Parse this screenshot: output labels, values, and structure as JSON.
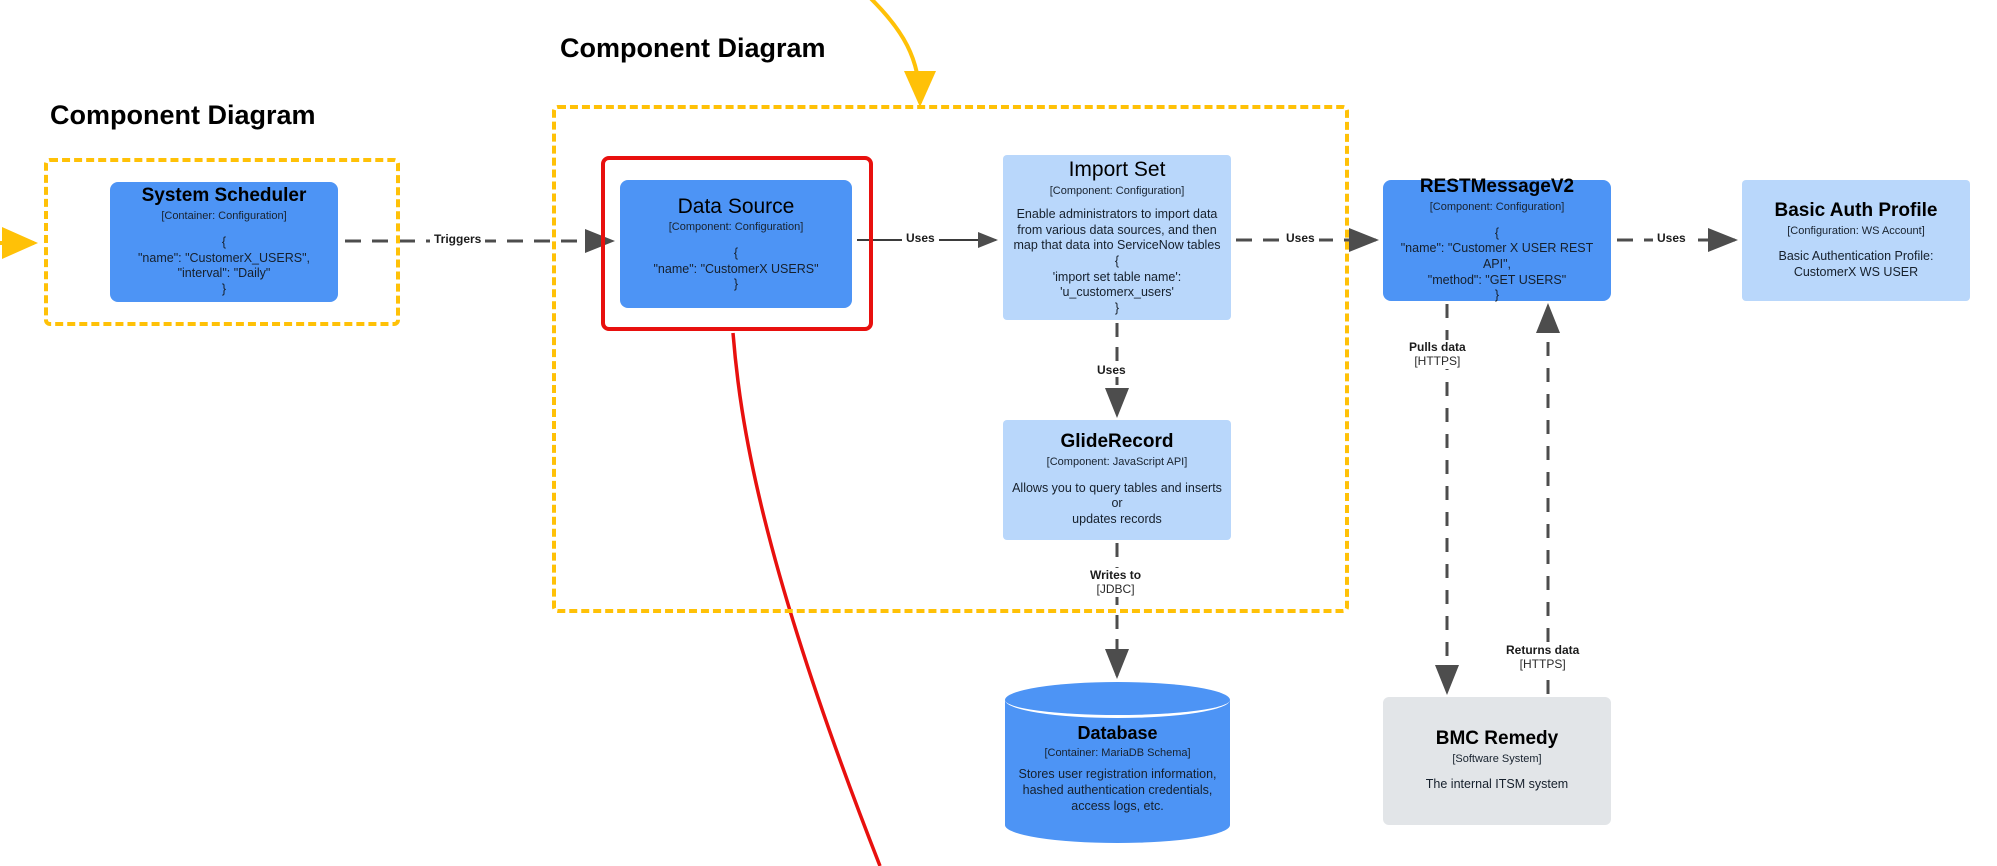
{
  "groups": [
    {
      "id": "left",
      "title": "Component Diagram"
    },
    {
      "id": "main",
      "title": "Component Diagram"
    }
  ],
  "nodes": {
    "system_scheduler": {
      "title": "System Scheduler",
      "stereotype": "[Container: Configuration]",
      "description": "{\n\"name\": \"CustomerX_USERS\",\n\"interval\": \"Daily\"\n}",
      "fill": "#4d94f5"
    },
    "data_source": {
      "title": "Data Source",
      "stereotype": "[Component: Configuration]",
      "description": "{\n\"name\": \"CustomerX USERS\"\n}",
      "fill": "#4d94f5",
      "highlight_color": "#e8100e"
    },
    "import_set": {
      "title": "Import Set",
      "stereotype": "[Component: Configuration]",
      "description": "Enable administrators to import data\nfrom various data sources, and then\nmap that data into ServiceNow tables\n{\n'import set table name':\n'u_customerx_users'\n}",
      "fill": "#b9d7fb"
    },
    "glide_record": {
      "title": "GlideRecord",
      "stereotype": "[Component: JavaScript API]",
      "description": "Allows you to query tables and inserts or\nupdates records",
      "fill": "#b9d7fb"
    },
    "restmessagev2": {
      "title": "RESTMessageV2",
      "stereotype": "[Component: Configuration]",
      "description": "{\n\"name\": \"Customer X USER REST API\",\n\"method\": \"GET USERS\"\n}",
      "fill": "#4d94f5"
    },
    "basic_auth_profile": {
      "title": "Basic Auth Profile",
      "stereotype": "[Configuration: WS Account]",
      "description": "Basic Authentication Profile:\nCustomerX WS USER",
      "fill": "#b9d7fb"
    },
    "database": {
      "title": "Database",
      "stereotype": "[Container: MariaDB Schema]",
      "description": "Stores user registration information,\nhashed authentication credentials,\naccess logs, etc.",
      "fill": "#4d94f5"
    },
    "bmc_remedy": {
      "title": "BMC Remedy",
      "stereotype": "[Software System]",
      "description": "The internal ITSM system",
      "fill": "#e2e5e8"
    }
  },
  "edges": [
    {
      "id": "triggers",
      "label": "Triggers",
      "tech": ""
    },
    {
      "id": "ds-to-importset",
      "label": "Uses",
      "tech": ""
    },
    {
      "id": "importset-to-rest",
      "label": "Uses",
      "tech": ""
    },
    {
      "id": "rest-to-auth",
      "label": "Uses",
      "tech": ""
    },
    {
      "id": "importset-to-gliderecord",
      "label": "Uses",
      "tech": ""
    },
    {
      "id": "gliderecord-to-database",
      "label": "Writes to",
      "tech": "[JDBC]"
    },
    {
      "id": "rest-pulls-data",
      "label": "Pulls data",
      "tech": "[HTTPS]"
    },
    {
      "id": "remedy-returns-data",
      "label": "Returns data",
      "tech": "[HTTPS]"
    }
  ],
  "colors": {
    "group_boundary": "#ffc107",
    "highlight": "#e8100e",
    "edge": "#4d4d4d",
    "annotation_arrow": "#ffc107"
  }
}
